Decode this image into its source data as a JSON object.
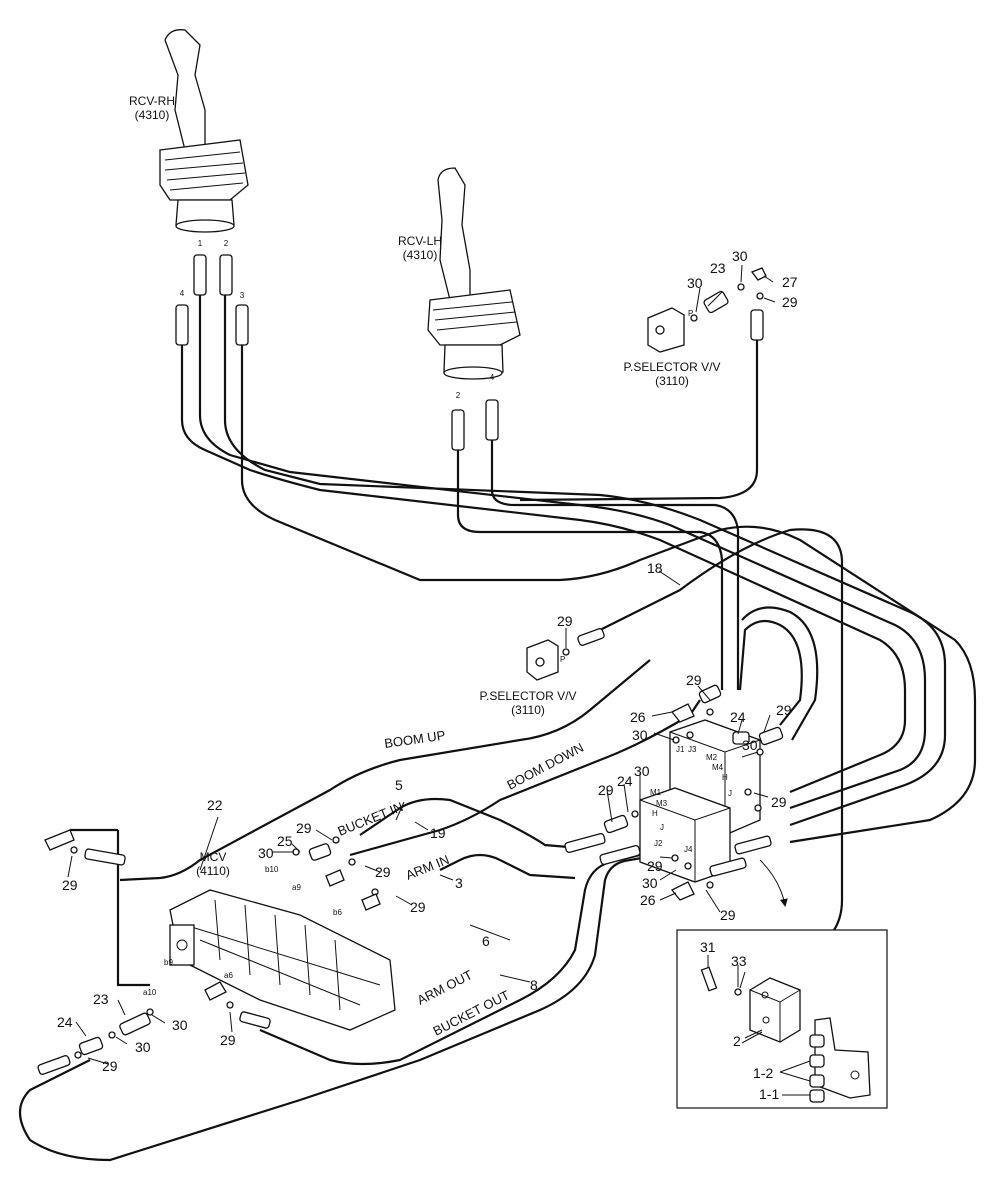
{
  "components": {
    "rcv_rh": {
      "name": "RCV-RH",
      "code": "(4310)"
    },
    "rcv_lh": {
      "name": "RCV-LH",
      "code": "(4310)"
    },
    "selector_top": {
      "name": "P.SELECTOR V/V",
      "code": "(3110)"
    },
    "selector_mid": {
      "name": "P.SELECTOR V/V",
      "code": "(3110)"
    },
    "mcv": {
      "name": "MCV",
      "code": "(4110)"
    }
  },
  "hose_labels": {
    "boom_up": "BOOM UP",
    "boom_down": "BOOM DOWN",
    "bucket_in": "BUCKET IN",
    "arm_in": "ARM IN",
    "arm_out": "ARM OUT",
    "bucket_out": "BUCKET OUT"
  },
  "port_labels": {
    "rh_1": "1",
    "rh_2": "2",
    "rh_3": "3",
    "rh_4": "4",
    "lh_2": "2",
    "lh_4": "4",
    "sel_p": "P",
    "b10": "b10",
    "a9": "a9",
    "b6": "b6",
    "a6": "a6",
    "a10": "a10",
    "b9": "b9",
    "j1": "J1",
    "j3": "J3",
    "j2": "J2",
    "j4": "J4",
    "m1": "M1",
    "m2": "M2",
    "m3": "M3",
    "m4": "M4",
    "h1": "H",
    "h2": "H",
    "j_a": "J",
    "j_b": "J"
  },
  "callouts": {
    "c18": "18",
    "c22": "22",
    "c5": "5",
    "c19": "19",
    "c3": "3",
    "c6": "6",
    "c8": "8",
    "c23a": "23",
    "c30a": "30",
    "c30b": "30",
    "c27": "27",
    "c29a": "29",
    "c29b": "29",
    "c29c": "29",
    "c29d": "29",
    "c29e": "29",
    "c29f": "29",
    "c29g": "29",
    "c29h": "29",
    "c29i": "29",
    "c29j": "29",
    "c29k": "29",
    "c29l": "29",
    "c29m": "29",
    "c29n": "29",
    "c25": "25",
    "c30c": "30",
    "c30d": "30",
    "c30e": "30",
    "c30f": "30",
    "c30g": "30",
    "c30h": "30",
    "c30i": "30",
    "c26a": "26",
    "c26b": "26",
    "c24a": "24",
    "c24b": "24",
    "c24c": "24",
    "c23b": "23",
    "c31": "31",
    "c33": "33",
    "c2": "2",
    "c1_2": "1-2",
    "c1_1": "1-1"
  }
}
